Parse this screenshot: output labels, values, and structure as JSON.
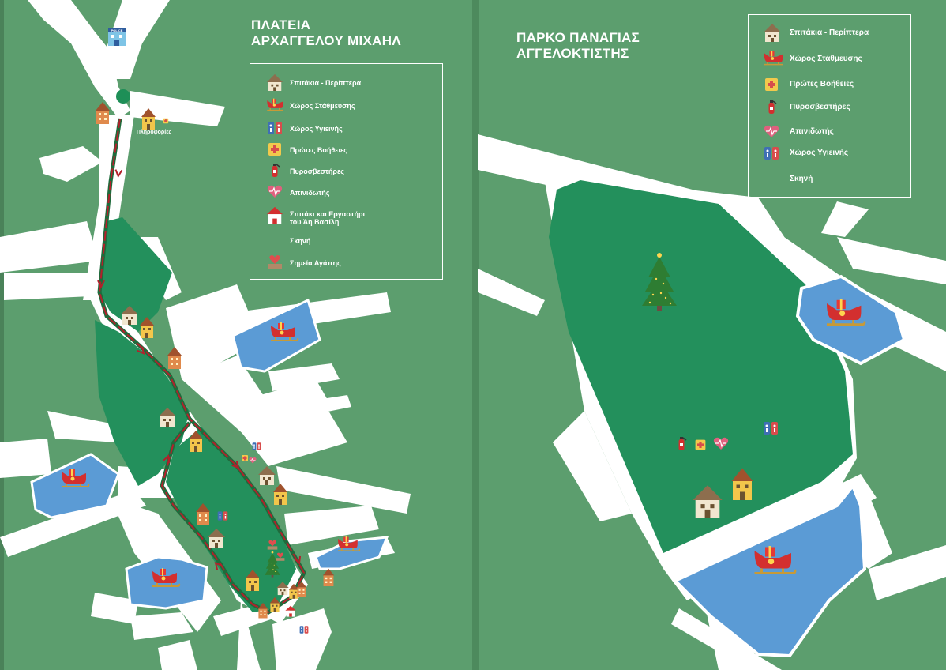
{
  "left_page": {
    "title_lines": [
      "ΠΛΑΤΕΙΑ",
      "ΑΡΧΑΓΓΕΛΟΥ ΜΙΧΑΗΛ"
    ],
    "legend": [
      {
        "icon": "cottage-icon",
        "label": "Σπιτάκια - Περίπτερα"
      },
      {
        "icon": "sleigh-parking-icon",
        "label": "Χώρος Στάθμευσης"
      },
      {
        "icon": "toilet-icon",
        "label": "Χώρος Υγιεινής"
      },
      {
        "icon": "first-aid-icon",
        "label": "Πρώτες Βοήθειες"
      },
      {
        "icon": "fire-extinguisher-icon",
        "label": "Πυροσβεστήρες"
      },
      {
        "icon": "defibrillator-icon",
        "label": "Απινιδωτής"
      },
      {
        "icon": "santa-house-icon",
        "label": "Σπιτάκι και Εργαστήρι\nτου Άη Βασίλη"
      },
      {
        "icon": "stage-icon",
        "label": "Σκηνή"
      },
      {
        "icon": "love-point-icon",
        "label": "Σημεία Αγάπης"
      }
    ],
    "police_station_label": "Αστυνομικός\nΣταθμός",
    "police_sign_text": "POLICE",
    "info_point_label": "Πληροφορίες"
  },
  "right_page": {
    "title_lines": [
      "ΠΑΡΚΟ ΠΑΝΑΓΙΑΣ",
      "ΑΓΓΕΛΟΚΤΙΣΤΗΣ"
    ],
    "legend": [
      {
        "icon": "cottage-icon",
        "label": "Σπιτάκια - Περίπτερα"
      },
      {
        "icon": "sleigh-parking-icon",
        "label": "Χώρος Στάθμευσης"
      },
      {
        "icon": "first-aid-icon",
        "label": "Πρώτες Βοήθειες"
      },
      {
        "icon": "fire-extinguisher-icon",
        "label": "Πυροσβεστήρες"
      },
      {
        "icon": "defibrillator-icon",
        "label": "Απινιδωτής"
      },
      {
        "icon": "toilet-icon",
        "label": "Χώρος Υγιεινής"
      },
      {
        "icon": "stage-icon",
        "label": "Σκηνή"
      }
    ]
  },
  "colors": {
    "background": "#5c9e6e",
    "park": "#23905c",
    "road": "#ffffff",
    "parking": "#5b9bd5",
    "route_red": "#b3202b",
    "route_green": "#1f6b3c"
  }
}
